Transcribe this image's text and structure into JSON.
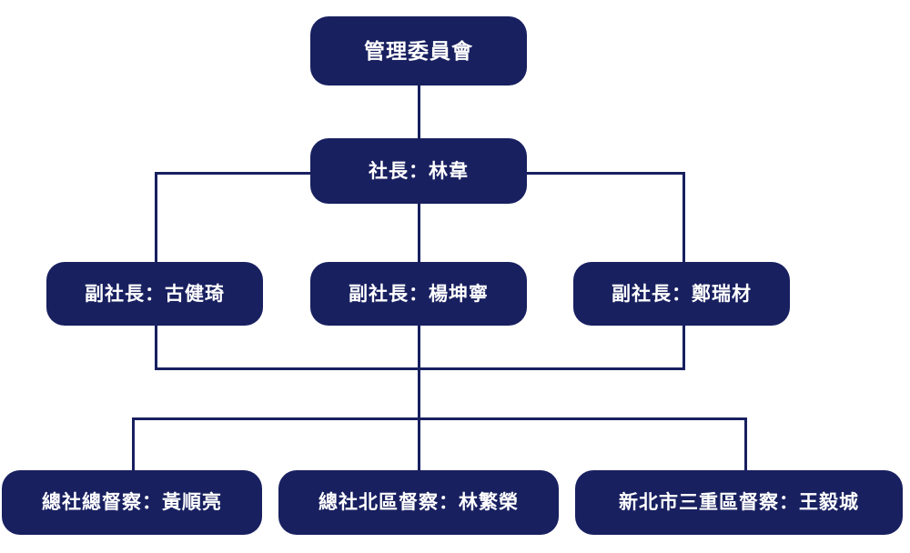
{
  "chart": {
    "type": "org-chart",
    "theme": {
      "node_fill": "#182060",
      "node_text": "#ffffff",
      "connector": "#182060",
      "background": "#ffffff"
    },
    "levels": [
      {
        "level": 1,
        "nodes": [
          {
            "id": "committee",
            "label": "管理委員會"
          }
        ]
      },
      {
        "level": 2,
        "nodes": [
          {
            "id": "president",
            "label": "社長：林韋"
          }
        ]
      },
      {
        "level": 3,
        "nodes": [
          {
            "id": "vp_left",
            "label": "副社長：古健琦"
          },
          {
            "id": "vp_mid",
            "label": "副社長：楊坤寧"
          },
          {
            "id": "vp_right",
            "label": "副社長：鄭瑞材"
          }
        ]
      },
      {
        "level": 4,
        "nodes": [
          {
            "id": "insp_left",
            "label": "總社總督察：黃順亮"
          },
          {
            "id": "insp_mid",
            "label": "總社北區督察：林繁榮"
          },
          {
            "id": "insp_right",
            "label": "新北市三重區督察：王毅城"
          }
        ]
      }
    ],
    "edges": [
      {
        "from": "committee",
        "to": "president"
      },
      {
        "from": "president",
        "to": "vp_left"
      },
      {
        "from": "president",
        "to": "vp_mid"
      },
      {
        "from": "president",
        "to": "vp_right"
      },
      {
        "from": "vp_left",
        "to": "insp_left"
      },
      {
        "from": "vp_mid",
        "to": "insp_mid"
      },
      {
        "from": "vp_right",
        "to": "insp_right"
      }
    ]
  }
}
